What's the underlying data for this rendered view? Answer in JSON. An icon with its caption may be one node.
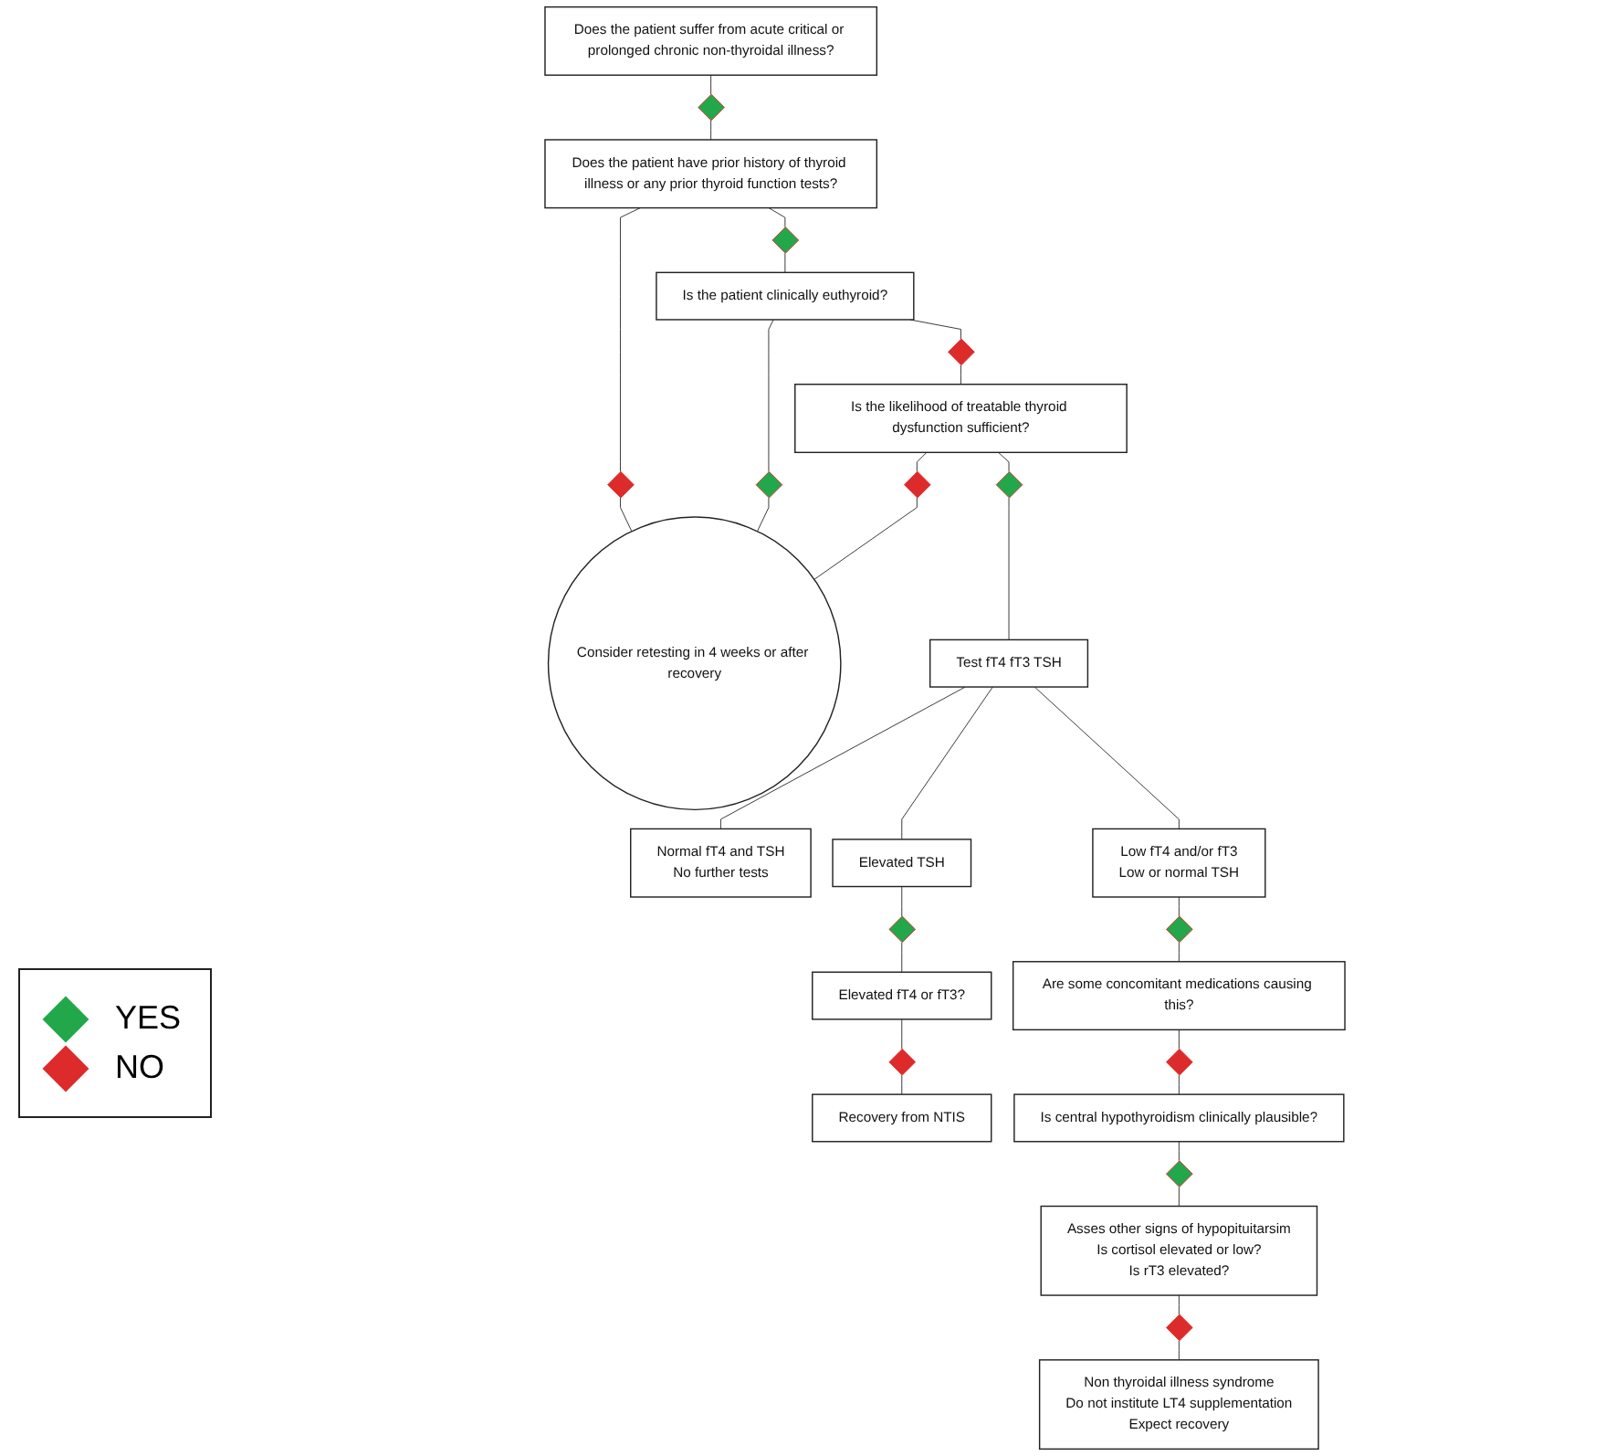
{
  "diagram": {
    "nodes": [
      {
        "text": [
          "Does the patient suffer from acute critical or prolonged chronic non-thyroidal illness?"
        ]
      },
      {
        "text": [],
        "shape": "diamond"
      },
      {
        "text": [
          "Consider retesting in 4 weeks or after recovery"
        ]
      },
      {
        "text": [
          "Does the patient have prior history of thyroid illness or any prior thyroid function tests?"
        ]
      },
      {
        "text": [],
        "shape": "diamond"
      },
      {
        "text": [],
        "shape": "diamond"
      },
      {
        "text": [
          "Is the patient clinically euthyroid?"
        ]
      },
      {
        "text": [],
        "shape": "diamond"
      },
      {
        "text": [],
        "shape": "diamond"
      },
      {
        "text": [
          "Is the likelihood of treatable thyroid dysfunction sufficient?"
        ]
      },
      {
        "text": [],
        "shape": "diamond"
      },
      {
        "text": [],
        "shape": "diamond"
      },
      {
        "text": [
          "Test fT4 fT3 TSH"
        ]
      },
      {
        "text": [
          "Normal fT4 and TSH",
          "No further tests"
        ]
      },
      {
        "text": [
          "Low fT4 and/or fT3",
          "Low or normal TSH"
        ]
      },
      {
        "text": [
          "Elevated TSH"
        ]
      },
      {
        "text": [],
        "shape": "diamond"
      },
      {
        "text": [
          "Elevated fT4 or fT3?"
        ]
      },
      {
        "text": [],
        "shape": "diamond"
      },
      {
        "text": [
          "Recovery from NTIS"
        ]
      },
      {
        "text": [],
        "shape": "diamond"
      },
      {
        "text": [
          "Are some concomitant medications causing this?"
        ]
      },
      {
        "text": [],
        "shape": "diamond"
      },
      {
        "text": [
          "Is central hypothyroidism clinically plausible?"
        ]
      },
      {
        "text": [],
        "shape": "diamond"
      },
      {
        "text": [
          "Asses other signs of hypopituitarsim",
          "Is cortisol elevated or low?",
          "Is rT3 elevated?"
        ]
      },
      {
        "text": [],
        "shape": "diamond"
      },
      {
        "text": [
          "Non thyroidal illness syndrome",
          "Do not institute LT4 supplementation",
          "Expect recovery"
        ]
      }
    ],
    "edges": [
      {
        "from": 0,
        "to": 1,
        "arrow": "none"
      },
      {
        "from": 1,
        "to": 3,
        "arrow": "none"
      },
      {
        "from": 3,
        "to": 4,
        "arrow": "none"
      },
      {
        "from": 4,
        "to": 2,
        "arrow": "none"
      },
      {
        "from": 3,
        "to": 5,
        "arrow": "none"
      },
      {
        "from": 5,
        "to": 6,
        "arrow": "none"
      },
      {
        "from": 6,
        "to": 7,
        "arrow": "none"
      },
      {
        "from": 7,
        "to": 2,
        "arrow": "none"
      },
      {
        "from": 6,
        "to": 8,
        "arrow": "none"
      },
      {
        "from": 8,
        "to": 9,
        "arrow": "none"
      },
      {
        "from": 9,
        "to": 10,
        "arrow": "none"
      },
      {
        "from": 10,
        "to": 2,
        "arrow": "none"
      },
      {
        "from": 9,
        "to": 11,
        "arrow": "none"
      },
      {
        "from": 11,
        "to": 12,
        "arrow": "none"
      },
      {
        "from": 12,
        "to": 13,
        "arrow": "none"
      },
      {
        "from": 12,
        "to": 14,
        "arrow": "none"
      },
      {
        "from": 12,
        "to": 15,
        "arrow": "none"
      },
      {
        "from": 15,
        "to": 16,
        "arrow": "none"
      },
      {
        "from": 16,
        "to": 17,
        "arrow": "none"
      },
      {
        "from": 17,
        "to": 18,
        "arrow": "none"
      },
      {
        "from": 18,
        "to": 19,
        "arrow": "none"
      },
      {
        "from": 14,
        "to": 20,
        "arrow": "none"
      },
      {
        "from": 20,
        "to": 21,
        "arrow": "none"
      },
      {
        "from": 21,
        "to": 22,
        "arrow": "none"
      },
      {
        "from": 22,
        "to": 23,
        "arrow": "none"
      },
      {
        "from": 23,
        "to": 24,
        "arrow": "none"
      },
      {
        "from": 24,
        "to": 25,
        "arrow": "none"
      },
      {
        "from": 25,
        "to": 26,
        "arrow": "none"
      },
      {
        "from": 26,
        "to": 27,
        "arrow": "none"
      }
    ],
    "legend": [
      {
        "text": "YES",
        "color": "#22a84a"
      },
      {
        "text": "NO",
        "color": "#dd2a2a"
      }
    ]
  }
}
